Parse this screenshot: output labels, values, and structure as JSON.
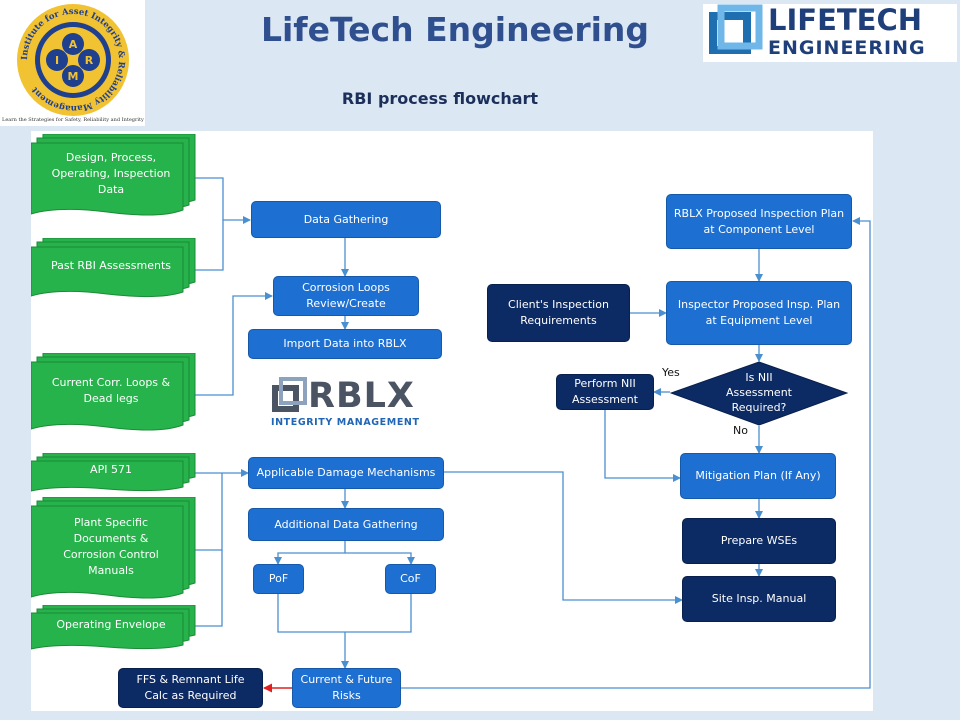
{
  "header": {
    "title": "LifeTech Engineering",
    "subtitle": "RBI process flowchart",
    "left_logo": {
      "ring_text": "Institute for Asset Integrity & Reliability Management",
      "letters": [
        "A",
        "I",
        "R",
        "M"
      ],
      "tagline": "Learn the Strategies for Safety, Reliability and Integrity"
    },
    "right_logo": {
      "line1": "LIFETECH",
      "line2": "ENGINEERING"
    }
  },
  "inputs": {
    "design_data": "Design, Process, Operating, Inspection Data",
    "past_rbi": "Past RBI Assessments",
    "corr_loops": "Current Corr. Loops & Dead legs",
    "api571": "API 571",
    "plant_docs": "Plant Specific Documents & Corrosion Control Manuals",
    "op_envelope": "Operating Envelope"
  },
  "process": {
    "data_gathering": "Data Gathering",
    "corrosion_loops": "Corrosion Loops Review/Create",
    "import_data": "Import Data into RBLX",
    "damage_mech": "Applicable Damage Mechanisms",
    "additional_data": "Additional Data Gathering",
    "pof": "PoF",
    "cof": "CoF",
    "current_future": "Current & Future Risks",
    "ffs": "FFS & Remnant Life Calc as Required"
  },
  "rblx_logo": {
    "word": "RBLX",
    "sub": "INTEGRITY MANAGEMENT"
  },
  "inspection": {
    "proposed_component": "RBLX Proposed Inspection Plan at Component Level",
    "client_requirements": "Client's Inspection Requirements",
    "inspector_equipment": "Inspector Proposed Insp. Plan at Equipment Level",
    "decision": "Is NII Assessment Required?",
    "yes": "Yes",
    "no": "No",
    "perform_nii": "Perform NII Assessment",
    "mitigation": "Mitigation Plan (If Any)",
    "wses": "Prepare WSEs",
    "site_manual": "Site Insp. Manual"
  },
  "colors": {
    "input_green": "#27b34b",
    "process_blue": "#1d6fd1",
    "navy": "#0c2a63",
    "connector": "#4a8fd0",
    "ffs_arrow": "#e02020"
  }
}
